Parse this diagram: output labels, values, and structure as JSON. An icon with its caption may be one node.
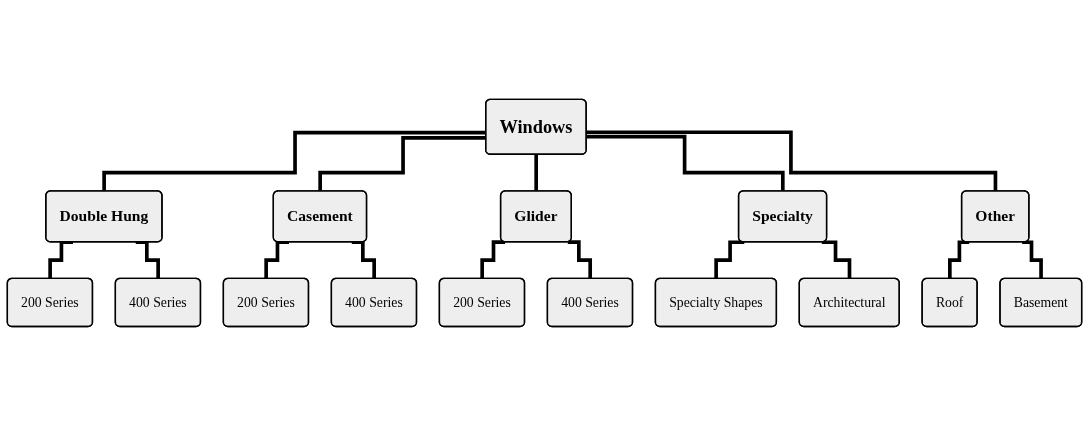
{
  "diagram": {
    "nodes": [
      {
        "text": [
          "Windows"
        ]
      },
      {
        "text": [
          "Double Hung"
        ]
      },
      {
        "text": [
          "Casement"
        ]
      },
      {
        "text": [
          "Glider"
        ]
      },
      {
        "text": [
          "Specialty"
        ]
      },
      {
        "text": [
          "Other"
        ]
      },
      {
        "text": [
          "200 Series"
        ]
      },
      {
        "text": [
          "200 Series"
        ]
      },
      {
        "text": [
          "200 Series"
        ]
      },
      {
        "text": [
          "Specialty Shapes"
        ]
      },
      {
        "text": [
          "Roof"
        ]
      },
      {
        "text": [
          "400 Series"
        ]
      },
      {
        "text": [
          "400 Series"
        ]
      },
      {
        "text": [
          "400 Series"
        ]
      },
      {
        "text": [
          "Architectural"
        ]
      },
      {
        "text": [
          "Basement"
        ]
      }
    ],
    "edges": [
      {
        "from": 0,
        "to": 1,
        "arrow": "none"
      },
      {
        "from": 0,
        "to": 2,
        "arrow": "none"
      },
      {
        "from": 0,
        "to": 3,
        "arrow": "none"
      },
      {
        "from": 0,
        "to": 4,
        "arrow": "none"
      },
      {
        "from": 0,
        "to": 5,
        "arrow": "none"
      },
      {
        "from": 1,
        "to": 6,
        "arrow": "none"
      },
      {
        "from": 1,
        "to": 11,
        "arrow": "none"
      },
      {
        "from": 2,
        "to": 7,
        "arrow": "none"
      },
      {
        "from": 2,
        "to": 12,
        "arrow": "none"
      },
      {
        "from": 3,
        "to": 8,
        "arrow": "none"
      },
      {
        "from": 3,
        "to": 13,
        "arrow": "none"
      },
      {
        "from": 4,
        "to": 9,
        "arrow": "none"
      },
      {
        "from": 4,
        "to": 14,
        "arrow": "none"
      },
      {
        "from": 5,
        "to": 10,
        "arrow": "none"
      },
      {
        "from": 5,
        "to": 15,
        "arrow": "none"
      }
    ]
  }
}
